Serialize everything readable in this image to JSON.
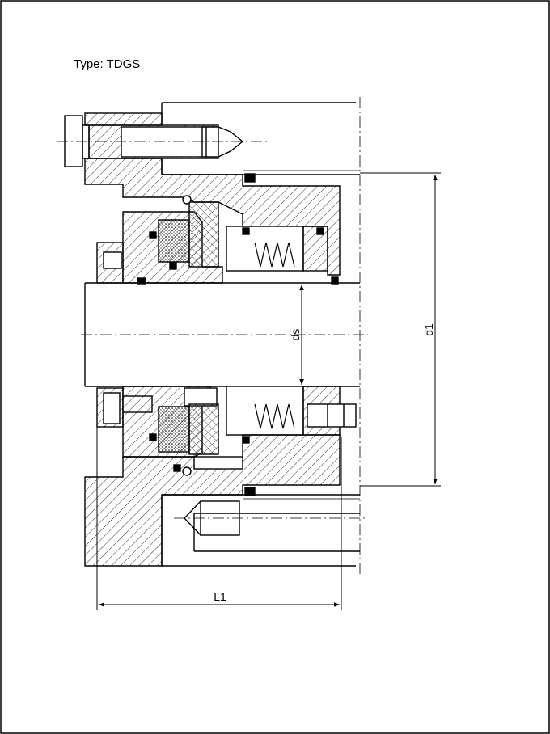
{
  "title": "Type: TDGS",
  "dimensions": {
    "shaft_diameter": "ds",
    "outer_diameter": "d1",
    "length": "L1"
  }
}
